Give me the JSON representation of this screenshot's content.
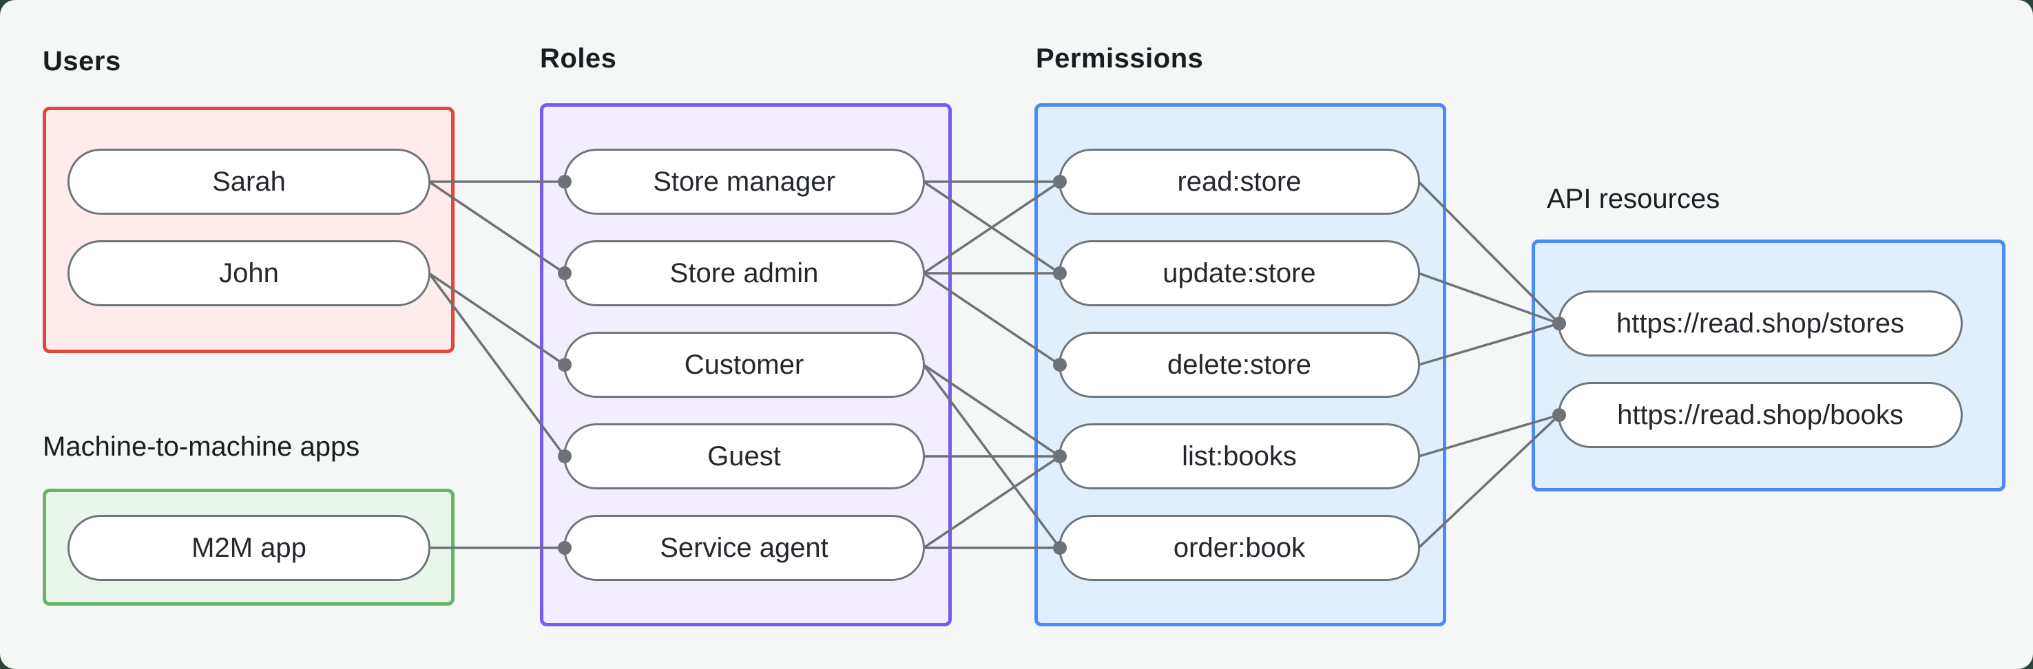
{
  "sections": {
    "users": {
      "label": "Users"
    },
    "m2m": {
      "label": "Machine-to-machine apps"
    },
    "roles": {
      "label": "Roles"
    },
    "permissions": {
      "label": "Permissions"
    },
    "api_resources": {
      "label": "API resources"
    }
  },
  "nodes": {
    "sarah": {
      "label": "Sarah"
    },
    "john": {
      "label": "John"
    },
    "m2m_app": {
      "label": "M2M app"
    },
    "store_manager": {
      "label": "Store manager"
    },
    "store_admin": {
      "label": "Store admin"
    },
    "customer": {
      "label": "Customer"
    },
    "guest": {
      "label": "Guest"
    },
    "service_agent": {
      "label": "Service agent"
    },
    "read_store": {
      "label": "read:store"
    },
    "update_store": {
      "label": "update:store"
    },
    "delete_store": {
      "label": "delete:store"
    },
    "list_books": {
      "label": "list:books"
    },
    "order_book": {
      "label": "order:book"
    },
    "stores_resource": {
      "label": "https://read.shop/stores"
    },
    "books_resource": {
      "label": "https://read.shop/books"
    }
  },
  "edges": [
    [
      "sarah",
      "store_manager"
    ],
    [
      "sarah",
      "store_admin"
    ],
    [
      "john",
      "customer"
    ],
    [
      "john",
      "guest"
    ],
    [
      "m2m_app",
      "service_agent"
    ],
    [
      "store_manager",
      "read_store"
    ],
    [
      "store_manager",
      "update_store"
    ],
    [
      "store_admin",
      "read_store"
    ],
    [
      "store_admin",
      "update_store"
    ],
    [
      "store_admin",
      "delete_store"
    ],
    [
      "customer",
      "list_books"
    ],
    [
      "customer",
      "order_book"
    ],
    [
      "guest",
      "list_books"
    ],
    [
      "service_agent",
      "list_books"
    ],
    [
      "service_agent",
      "order_book"
    ],
    [
      "read_store",
      "stores_resource"
    ],
    [
      "update_store",
      "stores_resource"
    ],
    [
      "delete_store",
      "stores_resource"
    ],
    [
      "list_books",
      "books_resource"
    ],
    [
      "order_book",
      "books_resource"
    ]
  ],
  "colors": {
    "page_bg": "#2d4437",
    "canvas_bg": "#f5f7f6",
    "users_border": "#e2453a",
    "users_fill": "#fdeceb",
    "m2m_border": "#68b46e",
    "m2m_fill": "#eaf5eb",
    "roles_border": "#7a58f6",
    "roles_fill": "#f3eefe",
    "permissions_border": "#4a8bf7",
    "permissions_fill": "#e1eefc",
    "api_border": "#4a8bf7",
    "api_fill": "#e1eefc",
    "edge": "#6e7276",
    "pill_border": "#70757a"
  }
}
